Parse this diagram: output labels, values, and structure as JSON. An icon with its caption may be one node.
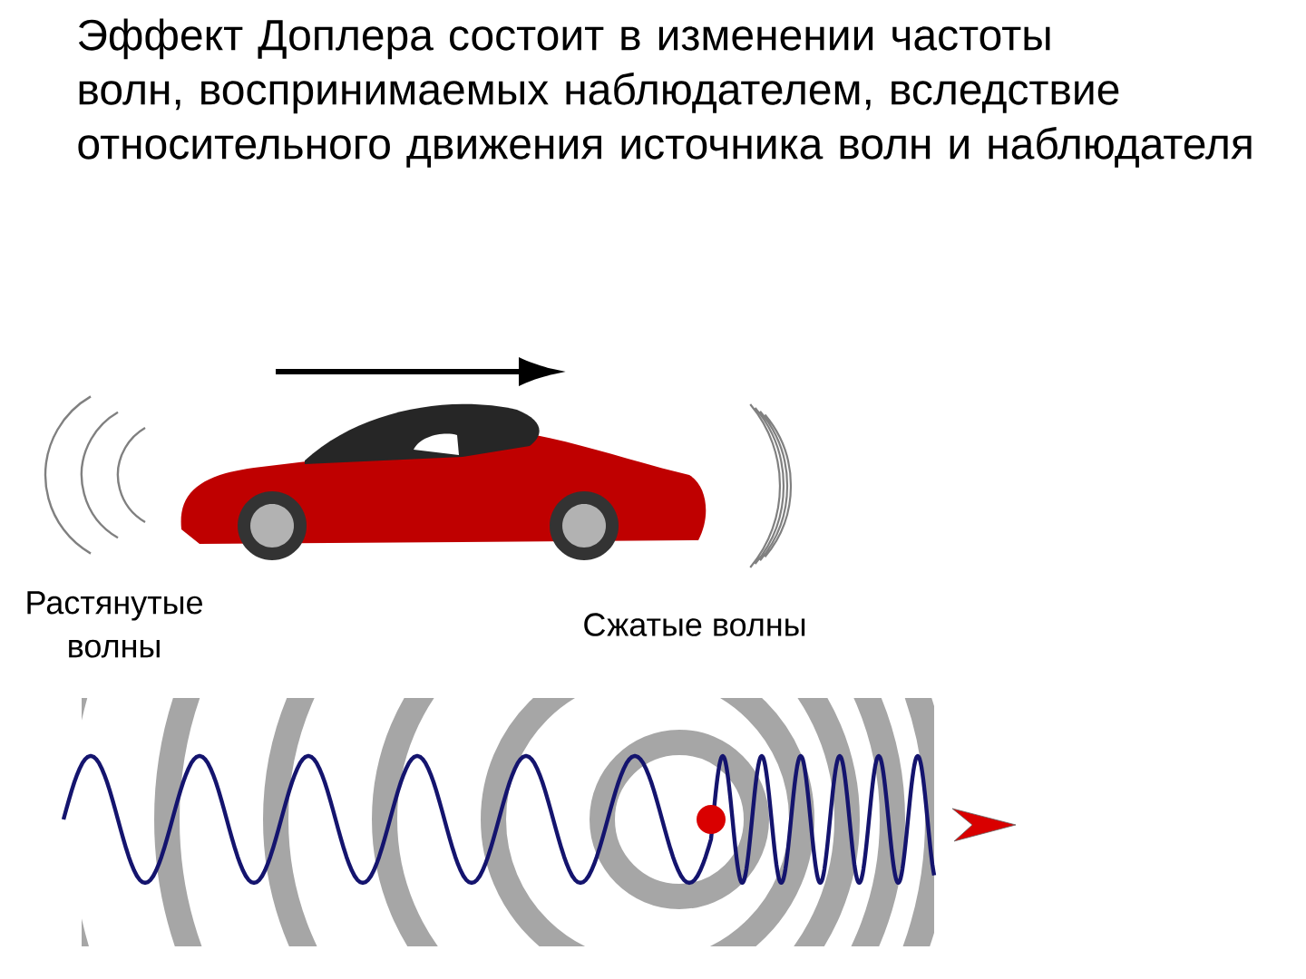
{
  "diagram": {
    "title": "Эффект Доплера состоит в изменении частоты волн, воспринимаемых наблюдателем, вследствие относительного движения источника волн и наблюдателя",
    "labels": [
      "Растянутые волны",
      "Сжатые волны"
    ]
  }
}
